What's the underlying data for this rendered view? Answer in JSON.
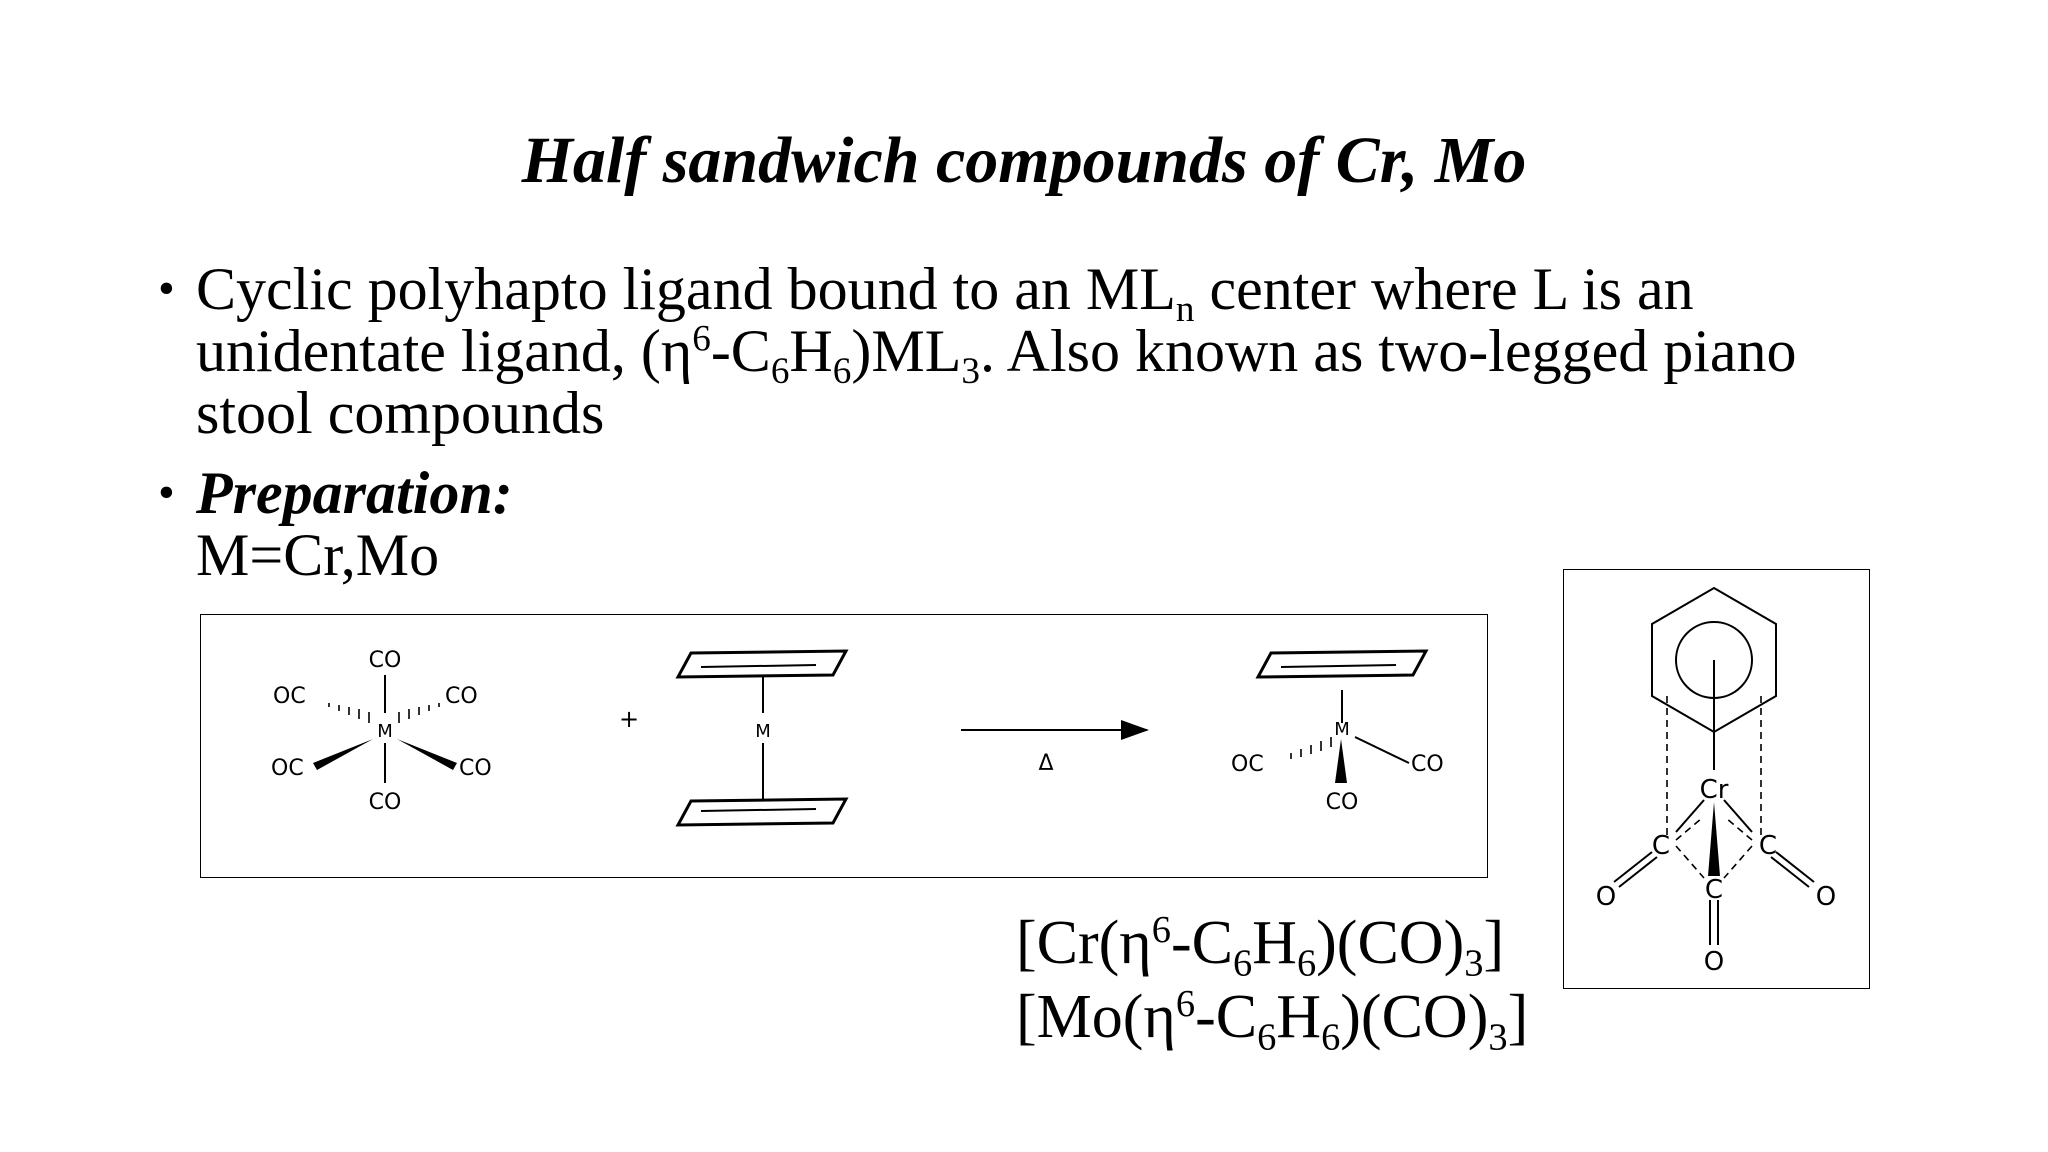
{
  "title": "Half sandwich compounds of Cr, Mo",
  "bullet1": {
    "marker": "•",
    "t1": "Cyclic polyhapto ligand bound to an ML",
    "t1_sub": "n",
    "t2": " center where L is an unidentate ligand, (η",
    "t2_sup": "6",
    "t3": "-C",
    "t3_sub": "6",
    "t4": "H",
    "t4_sub": "6",
    "t5": ")ML",
    "t5_sub": "3",
    "t6": ". Also known as two-legged piano stool compounds"
  },
  "bullet2": {
    "marker": "•",
    "heading": "Preparation:",
    "metal_note": "M=Cr,Mo"
  },
  "scheme": {
    "co": "CO",
    "oc": "OC",
    "metal": "M",
    "plus": "+",
    "heat": "Δ"
  },
  "structure": {
    "metal": "Cr",
    "carbon": "C",
    "oxygen": "O"
  },
  "formula1": {
    "p1": "[Cr(η",
    "p1_sup": "6",
    "p2": "-C",
    "p2_sub": "6",
    "p3": "H",
    "p3_sub": "6",
    "p4": ")(CO)",
    "p4_sub": "3",
    "p5": "]"
  },
  "formula2": {
    "p1": "[Mo(η",
    "p1_sup": "6",
    "p2": "-C",
    "p2_sub": "6",
    "p3": "H",
    "p3_sub": "6",
    "p4": ")(CO)",
    "p4_sub": "3",
    "p5": "]"
  }
}
